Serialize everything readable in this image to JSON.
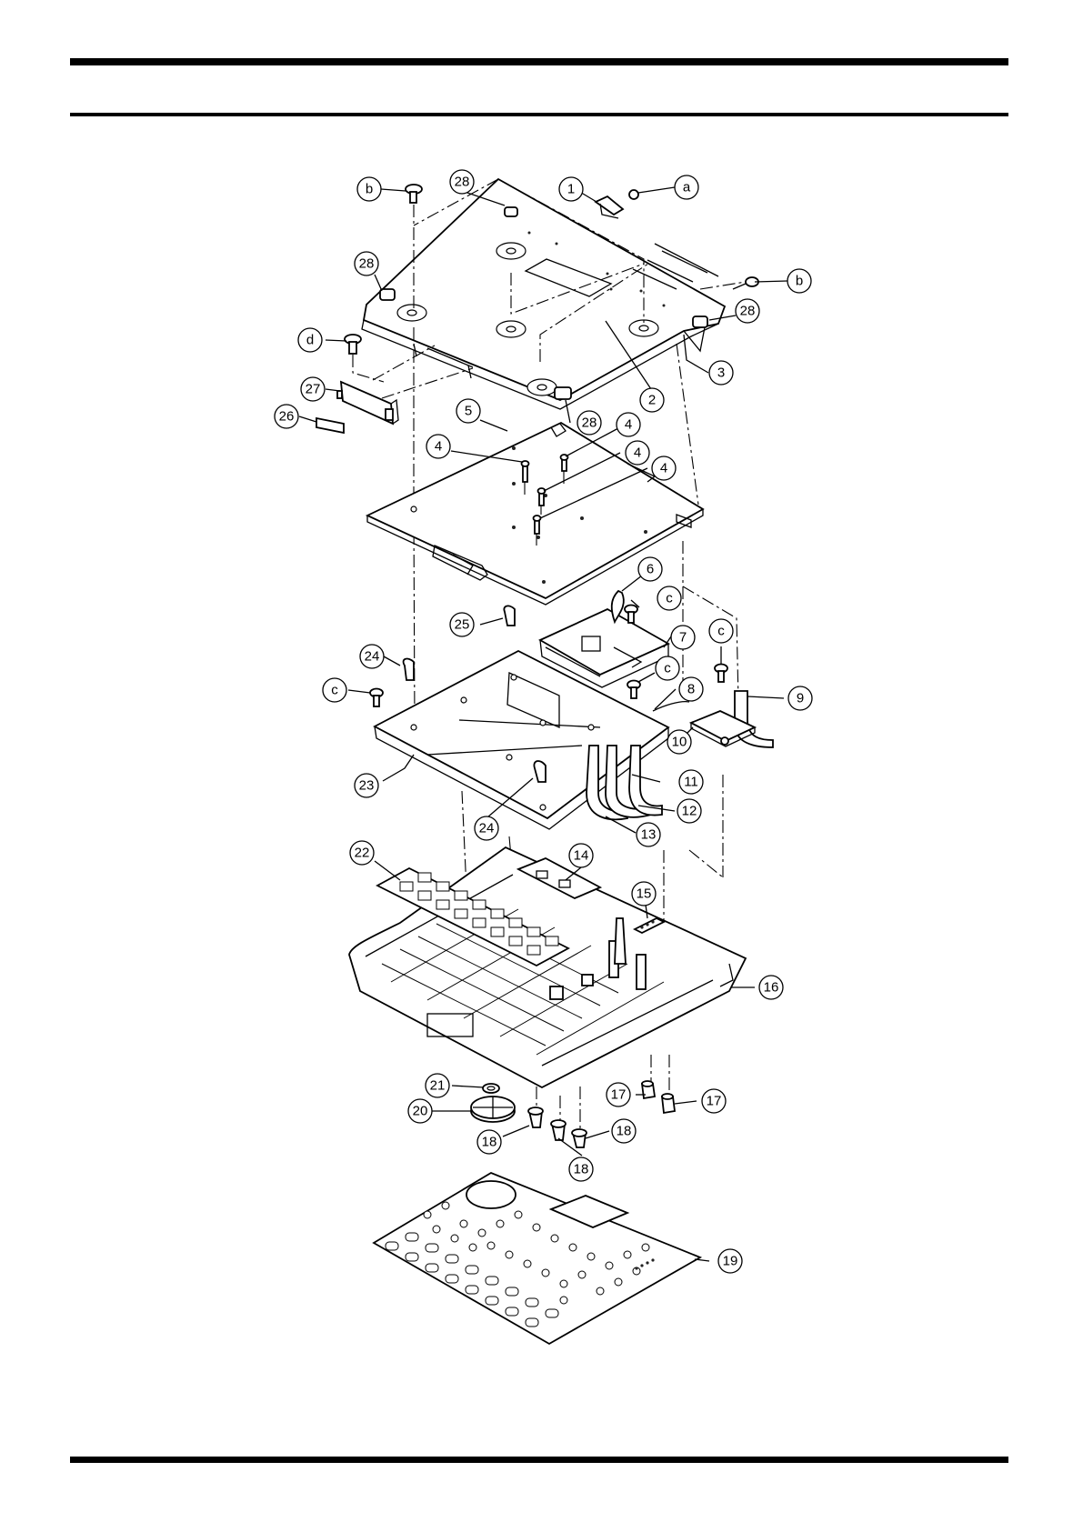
{
  "callouts": [
    {
      "id": "c-b-top",
      "label": "b"
    },
    {
      "id": "c-28-top",
      "label": "28"
    },
    {
      "id": "c-1",
      "label": "1"
    },
    {
      "id": "c-a",
      "label": "a"
    },
    {
      "id": "c-28-left",
      "label": "28"
    },
    {
      "id": "c-b-right",
      "label": "b"
    },
    {
      "id": "c-28-right",
      "label": "28"
    },
    {
      "id": "c-d",
      "label": "d"
    },
    {
      "id": "c-3",
      "label": "3"
    },
    {
      "id": "c-27",
      "label": "27"
    },
    {
      "id": "c-2",
      "label": "2"
    },
    {
      "id": "c-26",
      "label": "26"
    },
    {
      "id": "c-28-bottom",
      "label": "28"
    },
    {
      "id": "c-5",
      "label": "5"
    },
    {
      "id": "c-4-a",
      "label": "4"
    },
    {
      "id": "c-4-b",
      "label": "4"
    },
    {
      "id": "c-4-c",
      "label": "4"
    },
    {
      "id": "c-4-d",
      "label": "4"
    },
    {
      "id": "c-6",
      "label": "6"
    },
    {
      "id": "c-c-1",
      "label": "c"
    },
    {
      "id": "c-25",
      "label": "25"
    },
    {
      "id": "c-7",
      "label": "7"
    },
    {
      "id": "c-c-2",
      "label": "c"
    },
    {
      "id": "c-24-a",
      "label": "24"
    },
    {
      "id": "c-c-3",
      "label": "c"
    },
    {
      "id": "c-c-4",
      "label": "c"
    },
    {
      "id": "c-8",
      "label": "8"
    },
    {
      "id": "c-9",
      "label": "9"
    },
    {
      "id": "c-10",
      "label": "10"
    },
    {
      "id": "c-11",
      "label": "11"
    },
    {
      "id": "c-23",
      "label": "23"
    },
    {
      "id": "c-12",
      "label": "12"
    },
    {
      "id": "c-24-b",
      "label": "24"
    },
    {
      "id": "c-13",
      "label": "13"
    },
    {
      "id": "c-22",
      "label": "22"
    },
    {
      "id": "c-14",
      "label": "14"
    },
    {
      "id": "c-15",
      "label": "15"
    },
    {
      "id": "c-16",
      "label": "16"
    },
    {
      "id": "c-21",
      "label": "21"
    },
    {
      "id": "c-17-a",
      "label": "17"
    },
    {
      "id": "c-17-b",
      "label": "17"
    },
    {
      "id": "c-20",
      "label": "20"
    },
    {
      "id": "c-18-a",
      "label": "18"
    },
    {
      "id": "c-18-b",
      "label": "18"
    },
    {
      "id": "c-18-c",
      "label": "18"
    },
    {
      "id": "c-19",
      "label": "19"
    }
  ]
}
